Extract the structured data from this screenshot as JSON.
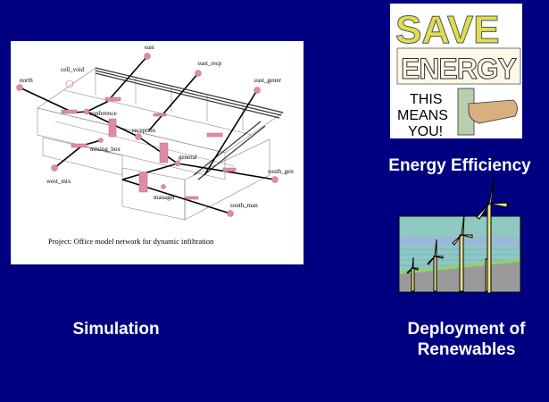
{
  "slide": {
    "captions": {
      "simulation": "Simulation",
      "energy_efficiency": "Energy Efficiency",
      "renewables_line1": "Deployment of",
      "renewables_line2": "Renewables"
    },
    "diagram": {
      "nodes": {
        "north": "north",
        "cell_void": "cell_void",
        "east": "east",
        "east_recp": "east_recp",
        "east_gener": "east_gener",
        "conference": "conference",
        "reception": "reception",
        "mixing_box": "mixing_box",
        "general": "general",
        "west_mix": "west_mix",
        "south_gen": "south_gen",
        "manager": "manager",
        "south_man": "south_man"
      },
      "project_caption": "Project: Office model network for dynamic infiltration"
    },
    "save_energy_image": {
      "line1": "SAVE",
      "line2": "ENERGY",
      "line3": "THIS",
      "line4": "MEANS",
      "line5": "YOU!"
    },
    "colors": {
      "background": "#000080",
      "node": "#e08aa8"
    }
  }
}
